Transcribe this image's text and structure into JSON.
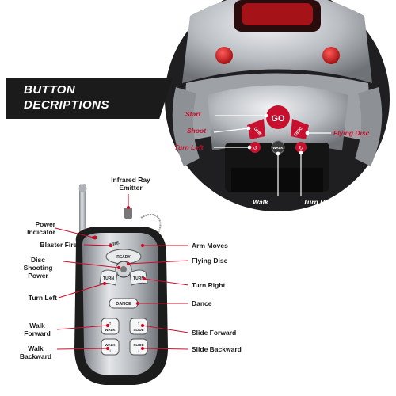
{
  "heading": {
    "line1": "BUTTON",
    "line2": "DECRIPTIONS"
  },
  "robot_labels": {
    "start": "Start",
    "shoot": "Shoot",
    "turn_left": "Turn Left",
    "flying_disc": "Flying Disc",
    "walk": "Walk",
    "turn_right": "Turn Right"
  },
  "robot_buttons": {
    "go": "GO",
    "gun": "GUN",
    "disc": "DISC",
    "walk": "WALK"
  },
  "remote_labels": {
    "infrared_line1": "Infrared Ray",
    "infrared_line2": "Emitter",
    "power_line1": "Power",
    "power_line2": "Indicator",
    "blaster": "Blaster Fires",
    "disc_line1": "Disc",
    "disc_line2": "Shooting",
    "disc_line3": "Power",
    "turn_left": "Turn Left",
    "walk_fwd_line1": "Walk",
    "walk_fwd_line2": "Forward",
    "walk_back_line1": "Walk",
    "walk_back_line2": "Backward",
    "arm_moves": "Arm Moves",
    "flying_disc": "Flying Disc",
    "turn_right": "Turn Right",
    "dance": "Dance",
    "slide_fwd": "Slide Forward",
    "slide_back": "Slide Backward"
  },
  "remote_buttons": {
    "fire": "FIRE",
    "ready": "READY",
    "turn_l": "TURN",
    "turn_r": "TURN",
    "dance": "DANCE",
    "walk_up": "WALK",
    "slide_up": "SLIDE",
    "walk_down": "WALK",
    "slide_down": "SLIDE"
  },
  "colors": {
    "accent": "#c8102e",
    "dark": "#1b1b1b",
    "silver": "#bfc3c8"
  }
}
